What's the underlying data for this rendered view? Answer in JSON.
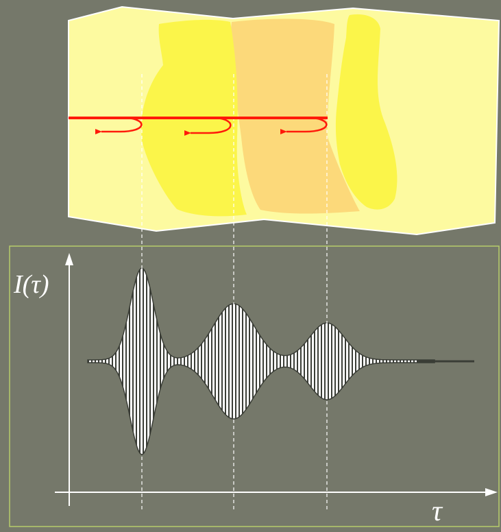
{
  "diagram": {
    "axes": {
      "y_label": "I(τ)",
      "x_label": "τ"
    },
    "colors": {
      "background": "#75786a",
      "tissue_base": "#fdfaa0",
      "layer_left": "#fbf54a",
      "layer_middle": "#fcd97a",
      "layer_right": "#fbf54a",
      "beam": "#ff1a0a",
      "panel_border": "#b7cc6a",
      "signal_stripe": "#ffffff",
      "signal_dark": "#3a3d36"
    },
    "icons": {
      "reflection_arrow": "curved-left-arrow-icon",
      "axis_arrow": "arrow-head"
    },
    "reflections": {
      "count": 3
    }
  }
}
